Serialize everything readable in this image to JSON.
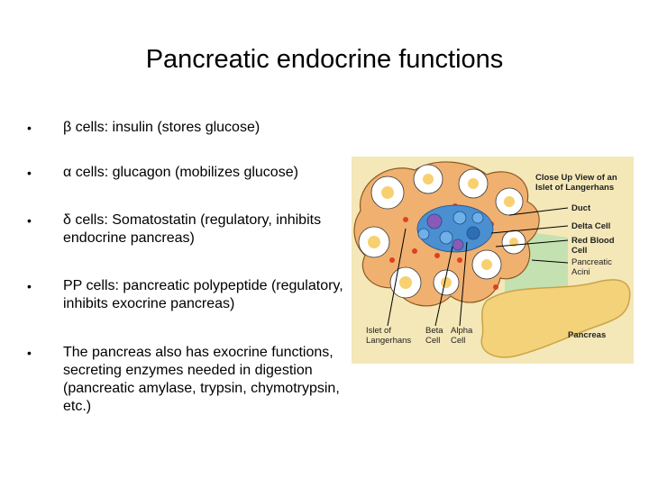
{
  "title": "Pancreatic endocrine functions",
  "bullets": [
    {
      "symbol": "β",
      "text": " cells: insulin (stores glucose)"
    },
    {
      "symbol": "α",
      "text": " cells: glucagon (mobilizes glucose)"
    },
    {
      "symbol": "δ",
      "text": " cells: Somatostatin (regulatory, inhibits endocrine pancreas)"
    },
    {
      "symbol": "",
      "text": "PP cells: pancreatic polypeptide (regulatory, inhibits exocrine pancreas)"
    },
    {
      "symbol": "",
      "text": "The pancreas also has exocrine functions, secreting enzymes needed in digestion (pancreatic amylase, trypsin, chymotrypsin, etc.)"
    }
  ],
  "bullet_marker": "•",
  "figure": {
    "heading": "Close Up View of an Islet of Langerhans",
    "labels": {
      "duct": "Duct",
      "delta_cell": "Delta Cell",
      "red_blood_cell": "Red Blood Cell",
      "pancreatic_acini": "Pancreatic Acini",
      "islet": "Islet of Langerhans",
      "beta_cell": "Beta Cell",
      "alpha_cell": "Alpha Cell",
      "pancreas": "Pancreas"
    },
    "colors": {
      "background": "#f4e7b8",
      "acini": "#f0b070",
      "islet_blue": "#4a8fd0",
      "delta_purple": "#8a5ab8",
      "rbc_red": "#e04020",
      "pancreas_gland": "#f3d27a",
      "green_region": "#bfe0b0"
    }
  }
}
